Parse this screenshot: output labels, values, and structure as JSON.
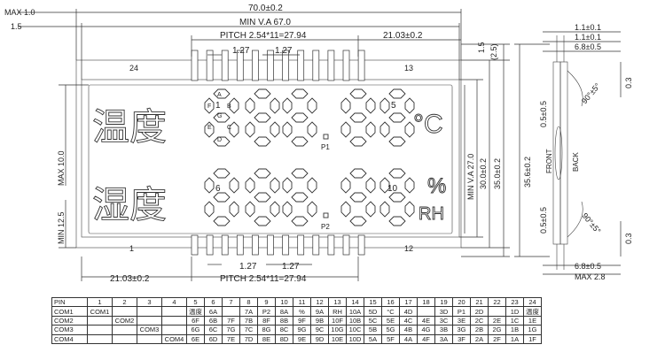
{
  "dimensions": {
    "max_1_0": "MAX  1.0",
    "d_1_5_left": "1.5",
    "overall_width": "70.0±0.2",
    "min_va_width": "MIN  V.A  67.0",
    "pitch_top": "PITCH  2.54*11=27.94",
    "pitch_bottom": "PITCH  2.54*11=27.94",
    "d_21_03_top": "21.03±0.2",
    "d_21_03_bottom": "21.03±0.2",
    "d_1_27_a": "1.27",
    "d_1_27_b": "1.27",
    "d_1_27_c": "1.27",
    "d_1_27_d": "1.27",
    "d_1_5_right": "1.5",
    "d_2_5_right": "(2.5)",
    "max_10_0": "MAX  10.0",
    "min_12_5": "MIN  12.5",
    "min_va_27": "MIN  V.A  27.0",
    "d_30_0": "30.0±0.2",
    "d_35_0": "35.0±0.2",
    "d_35_6": "35.6±0.2",
    "side_1_1_a": "1.1±0.1",
    "side_1_1_b": "1.1±0.1",
    "side_6_8_top": "6.8±0.5",
    "side_6_8_bottom": "6.8±0.5",
    "side_0_3_top": "0.3",
    "side_0_3_bottom": "0.3",
    "side_90_top": "90°±5°",
    "side_90_bottom": "90°±5°",
    "side_0_5_top": "0.5±0.5",
    "side_0_5_bottom": "0.5±0.5",
    "side_front": "FRONT",
    "side_back": "BACK",
    "side_max_2_8": "MAX  2.8"
  },
  "display": {
    "pin_label_24": "24",
    "pin_label_13": "13",
    "pin_label_1": "1",
    "pin_label_12": "12",
    "row1_chinese": "温度",
    "row2_chinese": "湿度",
    "unit_celsius": "°C",
    "unit_percent": "%",
    "unit_rh": "RH",
    "p1": "P1",
    "p2": "P2",
    "digit_num_1": "1",
    "digit_num_5": "5",
    "digit_num_6": "6",
    "digit_num_10": "10",
    "seg_a": "A",
    "seg_b": "B",
    "seg_c": "C",
    "seg_d": "D",
    "seg_e": "E",
    "seg_f": "F",
    "seg_g": "G"
  },
  "pin_table": {
    "header": [
      "PIN",
      "1",
      "2",
      "3",
      "4",
      "5",
      "6",
      "7",
      "8",
      "9",
      "10",
      "11",
      "12",
      "13",
      "14",
      "15",
      "16",
      "17",
      "18",
      "19",
      "20",
      "21",
      "22",
      "23",
      "24"
    ],
    "rows": [
      [
        "COM1",
        "COM1",
        "",
        "",
        "",
        "温度",
        "6A",
        "",
        "7A",
        "P2",
        "8A",
        "%",
        "9A",
        "RH",
        "10A",
        "5D",
        "°C",
        "4D",
        "",
        "3D",
        "P1",
        "2D",
        "",
        "1D",
        "温度"
      ],
      [
        "COM2",
        "",
        "COM2",
        "",
        "",
        "6F",
        "6B",
        "7F",
        "7B",
        "8F",
        "8B",
        "9F",
        "9B",
        "10F",
        "10B",
        "5C",
        "5E",
        "4C",
        "4E",
        "3C",
        "3E",
        "2C",
        "2E",
        "1C",
        "1E"
      ],
      [
        "COM3",
        "",
        "",
        "COM3",
        "",
        "6G",
        "6C",
        "7G",
        "7C",
        "8G",
        "8C",
        "9G",
        "9C",
        "10G",
        "10C",
        "5B",
        "5G",
        "4B",
        "4G",
        "3B",
        "3G",
        "2B",
        "2G",
        "1B",
        "1G"
      ],
      [
        "COM4",
        "",
        "",
        "",
        "COM4",
        "6E",
        "6D",
        "7E",
        "7D",
        "8E",
        "8D",
        "9E",
        "9D",
        "10E",
        "10D",
        "5A",
        "5F",
        "4A",
        "4F",
        "3A",
        "3F",
        "2A",
        "2F",
        "1A",
        "1F"
      ]
    ]
  }
}
